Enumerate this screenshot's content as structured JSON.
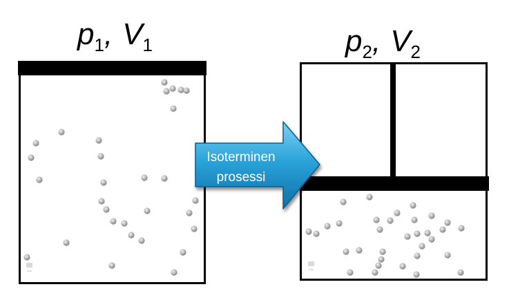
{
  "state1": {
    "pressure_symbol": "p",
    "pressure_subscript": "1",
    "separator": ",",
    "volume_symbol": "V",
    "volume_subscript": "1"
  },
  "state2": {
    "pressure_symbol": "p",
    "pressure_subscript": "2",
    "separator": ",",
    "volume_symbol": "V",
    "volume_subscript": "2"
  },
  "arrow": {
    "line1": "Isoterminen",
    "line2": "prosessi",
    "fill_color": "#1f95cf"
  },
  "colors": {
    "outline": "#000000",
    "piston": "#000000",
    "particle": "#a9a9a9"
  }
}
